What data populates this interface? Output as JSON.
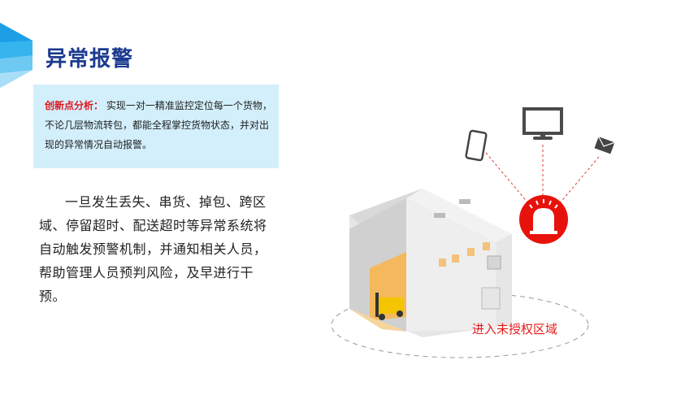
{
  "page": {
    "title": "异常报警",
    "accent_color": "#1b3a8f",
    "highlight_color": "#e0141e"
  },
  "callout": {
    "label": "创新点分析：",
    "text": " 实现一对一精准监控定位每一个货物，不论几层物流转包，都能全程掌控货物状态，并对出现的异常情况自动报警。",
    "background": "#d3effb"
  },
  "body": {
    "paragraph": "一旦发生丢失、串货、掉包、跨区域、停留超时、配送超时等异常系统将自动触发预警机制，并通知相关人员，帮助管理人员预判风险，及早进行干预。"
  },
  "illustration": {
    "icons": [
      "mobile-phone-icon",
      "monitor-icon",
      "envelope-icon",
      "alarm-siren-icon",
      "warehouse-icon",
      "forklift-icon"
    ],
    "zone_label": "进入未授权区域"
  }
}
